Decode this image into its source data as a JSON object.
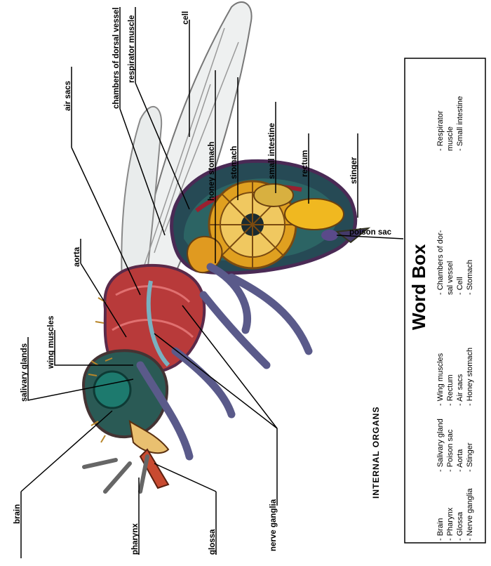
{
  "labels": {
    "chambers_of_dorsal_vessel": "chambers of dorsal vessel",
    "respirator_muscle": "respirator muscle",
    "cell": "cell",
    "air_sacs": "air sacs",
    "honey_stomach": "honey stomach",
    "stomach": "stomach",
    "small_intestine": "small intestine",
    "rectum": "rectum",
    "stinger": "stinger",
    "poison_sac": "poison sac",
    "aorta": "aorta",
    "wing_muscles": "wing muscles",
    "salivary_glands": "salivary glands",
    "brain": "brain",
    "pharynx": "pharynx",
    "glossa": "glossa",
    "nerve_ganglia": "nerve ganglia"
  },
  "figure_title": "INTERNAL ORGANS",
  "word_box": {
    "title": "Word Box",
    "columns": [
      [
        "- Brain",
        "- Pharynx",
        "- Glossa",
        "- Nerve ganglia"
      ],
      [
        "- Salivary gland",
        "- Poison sac",
        "- Aorta",
        "- Stinger"
      ],
      [
        "- Wing muscles",
        "- Rectum",
        "- Air sacs",
        "- Honey stomach"
      ],
      [
        "- Chambers of dor-",
        "sal vessel",
        "- Cell",
        "- Stomach"
      ],
      [
        "- Respirator",
        "muscle",
        "- Small intestine"
      ]
    ]
  }
}
